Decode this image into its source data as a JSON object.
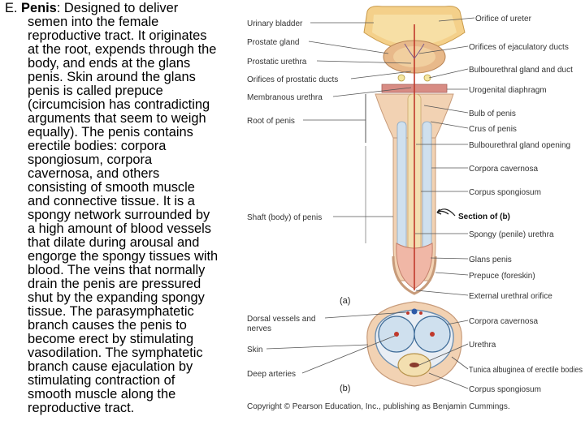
{
  "text": {
    "prefix": "E. ",
    "term": "Penis",
    "lines": [
      ": Designed to deliver",
      "semen into the female",
      "reproductive tract. It originates",
      "at the root, expends through the",
      "body, and ends at the glans",
      "penis. Skin around the glans",
      "penis is called prepuce",
      "(circumcision has contradicting",
      "arguments that seem to weigh",
      "equally). The penis contains",
      "erectile bodies: corpora",
      "spongiosum, corpora",
      "cavernosa, and others",
      "consisting of smooth muscle",
      "and connective tissue. It is a",
      "spongy network surrounded by",
      "a high amount of blood vessels",
      "that dilate during arousal and",
      "engorge the spongy tissues with",
      "blood. The veins that normally",
      "drain the penis are pressured",
      "shut by the expanding spongy",
      "tissue. The parasymphatetic",
      "branch causes the penis to",
      "become erect by stimulating",
      "vasodilation. The symphatetic",
      "branch cause ejaculation by",
      "stimulating contraction of",
      "smooth muscle along the",
      "reproductive tract."
    ]
  },
  "figure": {
    "left_labels": [
      "Urinary bladder",
      "Prostate gland",
      "Prostatic urethra",
      "Orifices of prostatic ducts",
      "Membranous urethra",
      "Root of penis",
      "Shaft (body) of penis",
      "Dorsal vessels and",
      "nerves",
      "Skin",
      "Deep arteries"
    ],
    "right_labels": [
      "Orifice of ureter",
      "Orifices of ejaculatory ducts",
      "Bulbourethral gland and duct",
      "Urogenital diaphragm",
      "Bulb of penis",
      "Crus of penis",
      "Bulbourethral gland opening",
      "Corpora cavernosa",
      "Corpus spongiosum",
      "Section of (b)",
      "Spongy (penile) urethra",
      "Glans penis",
      "Prepuce (foreskin)",
      "External urethral orifice",
      "Corpora cavernosa",
      "Urethra",
      "Tunica albuginea of erectile bodies",
      "Corpus spongiosum"
    ],
    "panel_a": "(a)",
    "panel_b": "(b)",
    "copyright": "Copyright © Pearson Education, Inc., publishing as Benjamin Cummings."
  },
  "colors": {
    "skin": "#f2d2b3",
    "skin_dark": "#e0b08c",
    "cavernosa": "#cfe0ee",
    "spongiosum": "#f3dfb0",
    "vessel_red": "#c0392b",
    "vessel_blue": "#2e5aa8",
    "bladder": "#f1c77a",
    "leader": "#555555"
  }
}
